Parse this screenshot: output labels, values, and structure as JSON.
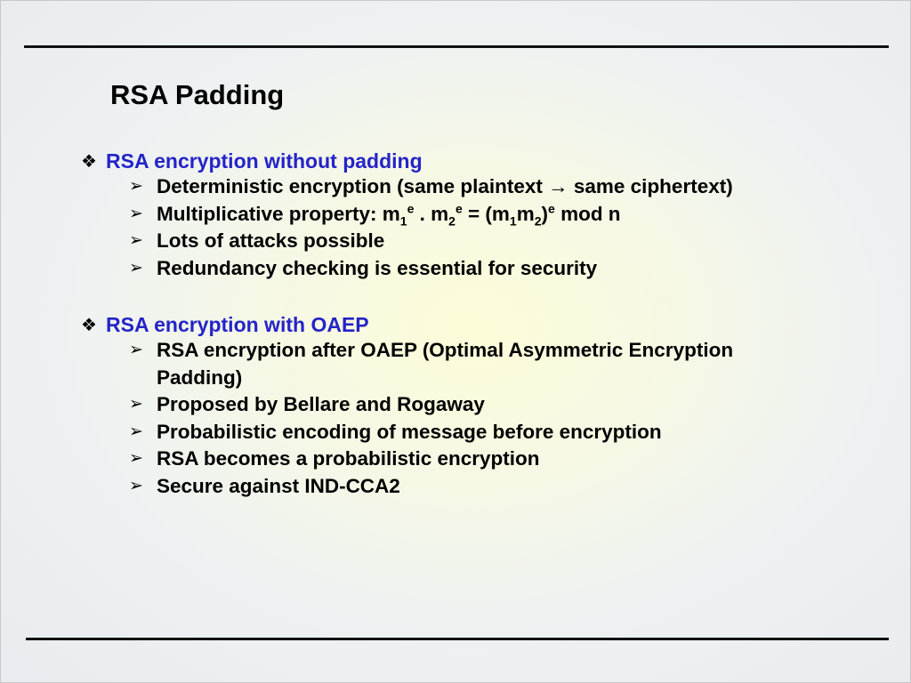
{
  "slide": {
    "title": "RSA Padding",
    "sections": [
      {
        "heading": "RSA encryption without padding",
        "items": [
          {
            "parts": {
              "a": "Deterministic encryption (same plaintext ",
              "arrow": "→",
              "b": " same ciphertext)"
            }
          },
          {
            "parts": {
              "t1": "Multiplicative property: m",
              "s1": "1",
              "e1": "e",
              "t2": " . m",
              "s2": "2",
              "e2": "e",
              "t3": " = (m",
              "s3": "1",
              "t4": "m",
              "s4": "2",
              "t5": ")",
              "e3": "e",
              "t6": " mod n"
            }
          },
          {
            "text": "Lots of attacks possible"
          },
          {
            "text": "Redundancy checking is essential for security"
          }
        ]
      },
      {
        "heading": "RSA encryption with OAEP",
        "items": [
          {
            "text": "RSA encryption after OAEP (Optimal Asymmetric Encryption Padding)"
          },
          {
            "text": "Proposed by Bellare and Rogaway"
          },
          {
            "text": "Probabilistic encoding of message before encryption"
          },
          {
            "text": "RSA becomes a probabilistic encryption"
          },
          {
            "text": "Secure against IND-CCA2"
          }
        ]
      }
    ]
  },
  "icons": {
    "section_bullet": "diamond-icon",
    "item_bullet": "arrow-icon"
  },
  "colors": {
    "heading": "#2424c8",
    "text": "#000000",
    "rule": "#111111"
  }
}
